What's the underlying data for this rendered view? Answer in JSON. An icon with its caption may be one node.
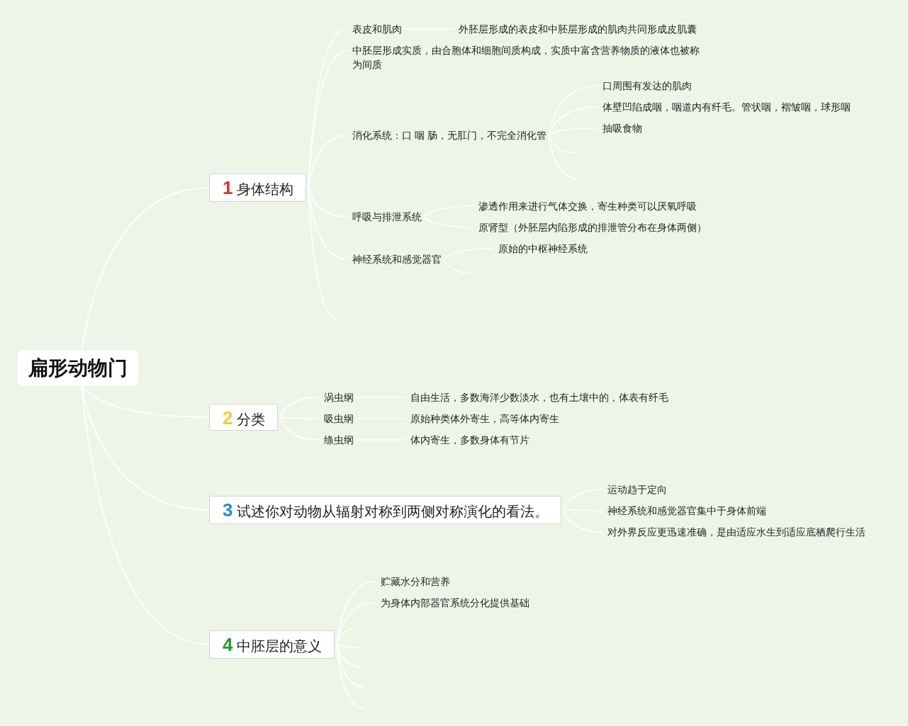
{
  "diagram": {
    "nodes": [
      {
        "text": [
          "扁形动物门"
        ]
      },
      {
        "text": [
          "1",
          "身体结构"
        ]
      },
      {
        "text": [
          "表皮和肌肉"
        ]
      },
      {
        "text": [
          "外胚层形成的表皮和中胚层形成的肌肉共同形成皮肌囊"
        ]
      },
      {
        "text": [
          "中胚层形成实质，由合胞体和细胞间质构成，实质中富含营养物质的液体也被称为间质"
        ]
      },
      {
        "text": [
          "消化系统：口 咽 肠，无肛门，不完全消化管"
        ]
      },
      {
        "text": [
          "口周围有发达的肌肉"
        ]
      },
      {
        "text": [
          "体壁凹陷成咽，咽道内有纤毛。管状咽，褶皱咽，球形咽"
        ]
      },
      {
        "text": [
          "抽吸食物"
        ]
      },
      {
        "text": [
          "呼吸与排泄系统"
        ]
      },
      {
        "text": [
          "渗透作用来进行气体交换，寄生种类可以厌氧呼吸"
        ]
      },
      {
        "text": [
          "原肾型（外胚层内陷形成的排泄管分布在身体两侧）"
        ]
      },
      {
        "text": [
          "神经系统和感觉器官"
        ]
      },
      {
        "text": [
          "原始的中枢神经系统"
        ]
      },
      {
        "text": [
          "2",
          "分类"
        ]
      },
      {
        "text": [
          "涡虫纲"
        ]
      },
      {
        "text": [
          "自由生活，多数海洋少数淡水，也有土壤中的，体表有纤毛"
        ]
      },
      {
        "text": [
          "吸虫纲"
        ]
      },
      {
        "text": [
          "原始种类体外寄生，高等体内寄生"
        ]
      },
      {
        "text": [
          "绦虫纲"
        ]
      },
      {
        "text": [
          "体内寄生，多数身体有节片"
        ]
      },
      {
        "text": [
          "3",
          "试述你对动物从辐射对称到两侧对称演化的看法。"
        ]
      },
      {
        "text": [
          "运动趋于定向"
        ]
      },
      {
        "text": [
          "神经系统和感觉器官集中于身体前端"
        ]
      },
      {
        "text": [
          "对外界反应更迅速准确，是由适应水生到适应底栖爬行生活"
        ]
      },
      {
        "text": [
          "4",
          "中胚层的意义"
        ]
      },
      {
        "text": [
          "贮藏水分和营养"
        ]
      },
      {
        "text": [
          "为身体内部器官系统分化提供基础"
        ]
      }
    ],
    "edges": [
      {
        "from": 0,
        "to": 1,
        "arrow": "none"
      },
      {
        "from": 0,
        "to": 14,
        "arrow": "none"
      },
      {
        "from": 0,
        "to": 21,
        "arrow": "none"
      },
      {
        "from": 0,
        "to": 25,
        "arrow": "none"
      },
      {
        "from": 1,
        "to": 2,
        "arrow": "none"
      },
      {
        "from": 1,
        "to": 4,
        "arrow": "none"
      },
      {
        "from": 1,
        "to": 5,
        "arrow": "none"
      },
      {
        "from": 1,
        "to": 9,
        "arrow": "none"
      },
      {
        "from": 1,
        "to": 12,
        "arrow": "none"
      },
      {
        "from": 1,
        "to": null,
        "arrow": "none"
      },
      {
        "from": 2,
        "to": 3,
        "arrow": "none"
      },
      {
        "from": 5,
        "to": 6,
        "arrow": "none"
      },
      {
        "from": 5,
        "to": 7,
        "arrow": "none"
      },
      {
        "from": 5,
        "to": 8,
        "arrow": "none"
      },
      {
        "from": 5,
        "to": null,
        "arrow": "none"
      },
      {
        "from": 5,
        "to": null,
        "arrow": "none"
      },
      {
        "from": 9,
        "to": 10,
        "arrow": "none"
      },
      {
        "from": 9,
        "to": 11,
        "arrow": "none"
      },
      {
        "from": 12,
        "to": 13,
        "arrow": "none"
      },
      {
        "from": 12,
        "to": null,
        "arrow": "none"
      },
      {
        "from": 14,
        "to": 15,
        "arrow": "none"
      },
      {
        "from": 14,
        "to": 17,
        "arrow": "none"
      },
      {
        "from": 14,
        "to": 19,
        "arrow": "none"
      },
      {
        "from": 15,
        "to": 16,
        "arrow": "none"
      },
      {
        "from": 17,
        "to": 18,
        "arrow": "none"
      },
      {
        "from": 19,
        "to": 20,
        "arrow": "none"
      },
      {
        "from": 21,
        "to": 22,
        "arrow": "none"
      },
      {
        "from": 21,
        "to": 23,
        "arrow": "none"
      },
      {
        "from": 21,
        "to": 24,
        "arrow": "none"
      },
      {
        "from": 25,
        "to": 26,
        "arrow": "none"
      },
      {
        "from": 25,
        "to": 27,
        "arrow": "none"
      },
      {
        "from": 25,
        "to": null,
        "arrow": "none"
      },
      {
        "from": 25,
        "to": null,
        "arrow": "none"
      },
      {
        "from": 25,
        "to": null,
        "arrow": "none"
      },
      {
        "from": 25,
        "to": null,
        "arrow": "none"
      },
      {
        "from": 25,
        "to": null,
        "arrow": "none"
      }
    ]
  }
}
